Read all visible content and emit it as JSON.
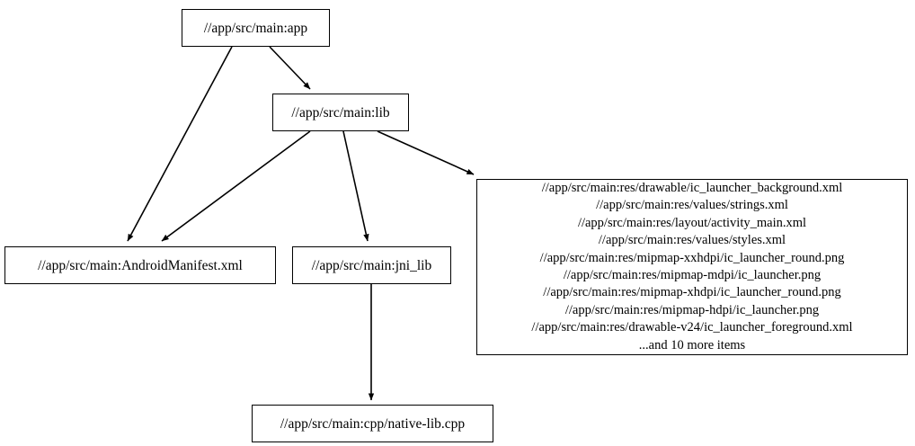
{
  "graph": {
    "type": "directed-acyclic-dependency-graph",
    "background_color": "#ffffff",
    "node_fill": "#ffffff",
    "node_border_color": "#000000",
    "edge_color": "#000000",
    "text_color": "#000000",
    "nodes": [
      {
        "id": "app",
        "label": "//app/src/main:app"
      },
      {
        "id": "lib",
        "label": "//app/src/main:lib"
      },
      {
        "id": "manifest",
        "label": "//app/src/main:AndroidManifest.xml"
      },
      {
        "id": "jni_lib",
        "label": "//app/src/main:jni_lib"
      },
      {
        "id": "native_lib",
        "label": "//app/src/main:cpp/native-lib.cpp"
      },
      {
        "id": "resources",
        "label": "//app/src/main:res/drawable/ic_launcher_background.xml\n//app/src/main:res/values/strings.xml\n//app/src/main:res/layout/activity_main.xml\n//app/src/main:res/values/styles.xml\n//app/src/main:res/mipmap-xxhdpi/ic_launcher_round.png\n//app/src/main:res/mipmap-mdpi/ic_launcher.png\n//app/src/main:res/mipmap-xhdpi/ic_launcher_round.png\n//app/src/main:res/mipmap-hdpi/ic_launcher.png\n//app/src/main:res/drawable-v24/ic_launcher_foreground.xml\n...and 10 more items",
        "lines": [
          "//app/src/main:res/drawable/ic_launcher_background.xml",
          "//app/src/main:res/values/strings.xml",
          "//app/src/main:res/layout/activity_main.xml",
          "//app/src/main:res/values/styles.xml",
          "//app/src/main:res/mipmap-xxhdpi/ic_launcher_round.png",
          "//app/src/main:res/mipmap-mdpi/ic_launcher.png",
          "//app/src/main:res/mipmap-xhdpi/ic_launcher_round.png",
          "//app/src/main:res/mipmap-hdpi/ic_launcher.png",
          "//app/src/main:res/drawable-v24/ic_launcher_foreground.xml",
          "...and 10 more items"
        ],
        "overflow_note": "...and 10 more items",
        "overflow_count": 10
      }
    ],
    "edges": [
      {
        "from": "app",
        "to": "lib"
      },
      {
        "from": "app",
        "to": "manifest"
      },
      {
        "from": "lib",
        "to": "manifest"
      },
      {
        "from": "lib",
        "to": "jni_lib"
      },
      {
        "from": "lib",
        "to": "resources"
      },
      {
        "from": "jni_lib",
        "to": "native_lib"
      }
    ]
  }
}
